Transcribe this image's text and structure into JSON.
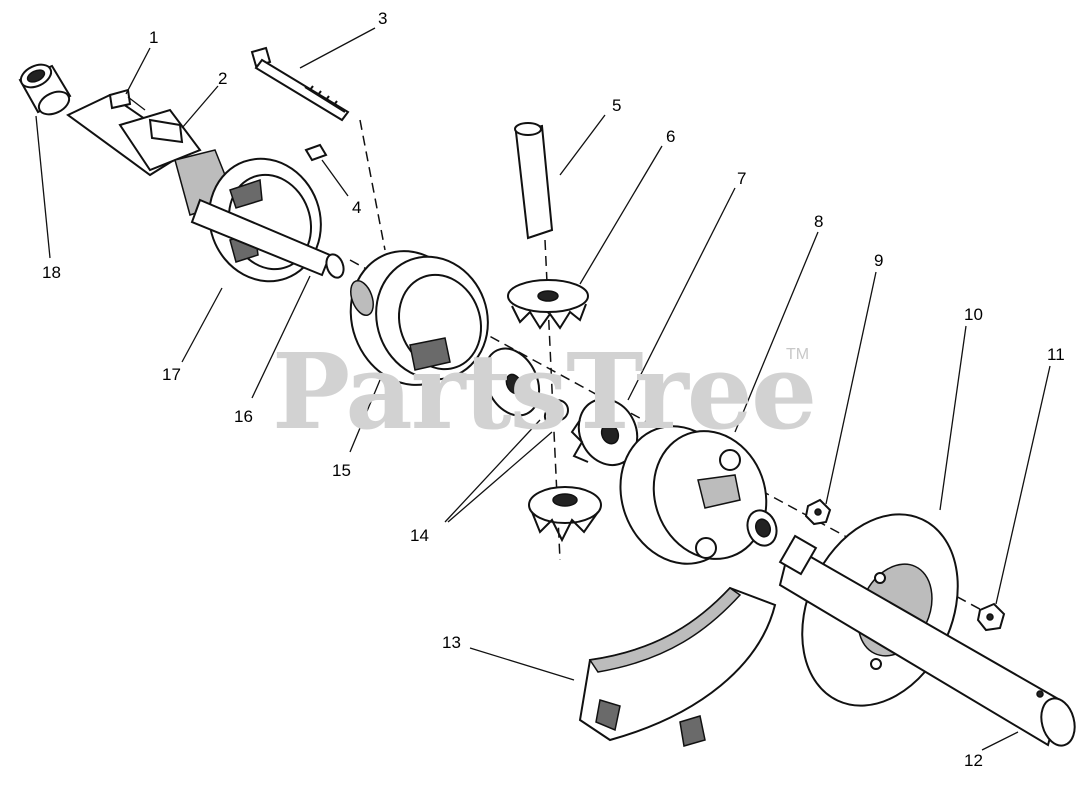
{
  "watermark": {
    "text": "PartsTree",
    "tm": "TM"
  },
  "callouts": [
    {
      "id": "1",
      "label": "1"
    },
    {
      "id": "2",
      "label": "2"
    },
    {
      "id": "3",
      "label": "3"
    },
    {
      "id": "4",
      "label": "4"
    },
    {
      "id": "5",
      "label": "5"
    },
    {
      "id": "6",
      "label": "6"
    },
    {
      "id": "7",
      "label": "7"
    },
    {
      "id": "8",
      "label": "8"
    },
    {
      "id": "9",
      "label": "9"
    },
    {
      "id": "10",
      "label": "10"
    },
    {
      "id": "11",
      "label": "11"
    },
    {
      "id": "12",
      "label": "12"
    },
    {
      "id": "13",
      "label": "13"
    },
    {
      "id": "14",
      "label": "14"
    },
    {
      "id": "15",
      "label": "15"
    },
    {
      "id": "16",
      "label": "16"
    },
    {
      "id": "17",
      "label": "17"
    },
    {
      "id": "18",
      "label": "18"
    }
  ]
}
